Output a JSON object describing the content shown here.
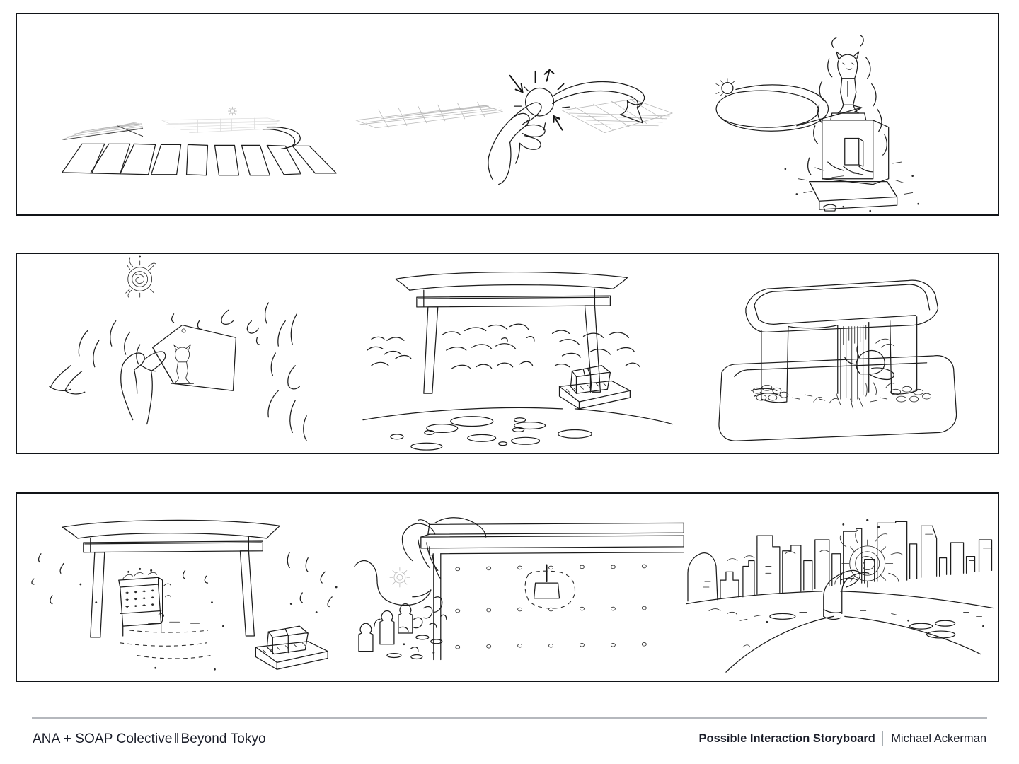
{
  "document": {
    "kind": "storyboard",
    "background_color": "#ffffff",
    "ink_color": "#1c1c1c",
    "panel_border_color": "#111418",
    "divider_color": "#b5b8bd",
    "row_count": 3,
    "frames_per_row": 3
  },
  "footer": {
    "project_label": "ANA + SOAP Colective",
    "separator": "‖",
    "project_subtitle": "Beyond Tokyo",
    "doc_title": "Possible Interaction Storyboard",
    "vertical_bar": "│",
    "author": "Michael Ackerman"
  },
  "rows": [
    {
      "name": "row-1",
      "frames": [
        {
          "name": "frame-1-1",
          "caption": "Shibuya crossing seen in low perspective with a faint glowing flower in the distance",
          "elements": [
            "crosswalk-stripes",
            "far-crosswalk",
            "distant-glow-flower",
            "road-curb-curve"
          ]
        },
        {
          "name": "frame-1-2",
          "caption": "A hand pinches a glowing orb lifted off the crosswalk; a curved arrow shows it being carried away",
          "elements": [
            "hand-pinching",
            "glowing-orb",
            "sparkle-rays",
            "motion-arrow",
            "crosswalk-stripes-left",
            "crosswalk-stripes-right"
          ]
        },
        {
          "name": "frame-1-3",
          "caption": "The orb spirals toward a slot in the Hachiko statue pedestal, which bursts with energy",
          "elements": [
            "hachiko-dog-statue",
            "pedestal",
            "pedestal-slot",
            "spiral-trail",
            "glowing-orb",
            "energy-bursts"
          ]
        }
      ]
    },
    {
      "name": "row-2",
      "frames": [
        {
          "name": "frame-2-1",
          "caption": "A hand holds up an ema prayer plaque showing the dog; petals swirl and a glowing emblem floats above",
          "elements": [
            "hand-holding",
            "ema-plaque",
            "dog-drawing-on-plaque",
            "swirling-petals",
            "glowing-emblem"
          ]
        },
        {
          "name": "frame-2-2",
          "caption": "Torii gate with hedges behind and a stone offering block on a plinth; stepping stones in front",
          "elements": [
            "torii-gate",
            "hedge-foliage",
            "stone-offering-block",
            "plinth",
            "stepping-stones",
            "ground-line"
          ]
        },
        {
          "name": "frame-2-3",
          "caption": "A chozuya purification basin, water falling from the spout while a hand reaches into the stream",
          "elements": [
            "basin-rim",
            "basin-body",
            "water-fall",
            "ladle-hand",
            "gravel-bed",
            "basin-base"
          ]
        }
      ]
    },
    {
      "name": "row-3",
      "frames": [
        {
          "name": "frame-3-1",
          "caption": "Torii gate framing an ema board covered in hanging plaques, stone offering block at right",
          "elements": [
            "torii-gate",
            "ema-board",
            "hanging-plaques",
            "stone-offering-block",
            "plinth",
            "falling-petals"
          ]
        },
        {
          "name": "frame-3-2",
          "caption": "Shrine wall hung with rows of ema plaques; one plaque glows, with rocks and jizo statues at left",
          "elements": [
            "shrine-roof",
            "shrine-wall",
            "peg-grid",
            "highlighted-ema",
            "glow-outline",
            "jizo-statues",
            "rock-foliage"
          ]
        },
        {
          "name": "frame-3-3",
          "caption": "A hand raises the glowing emblem against the Tokyo skyline from a hilltop path",
          "elements": [
            "city-skyline",
            "hand-raised",
            "glowing-emblem",
            "hill-ridge",
            "foreground-path",
            "scattered-stones"
          ]
        }
      ]
    }
  ]
}
